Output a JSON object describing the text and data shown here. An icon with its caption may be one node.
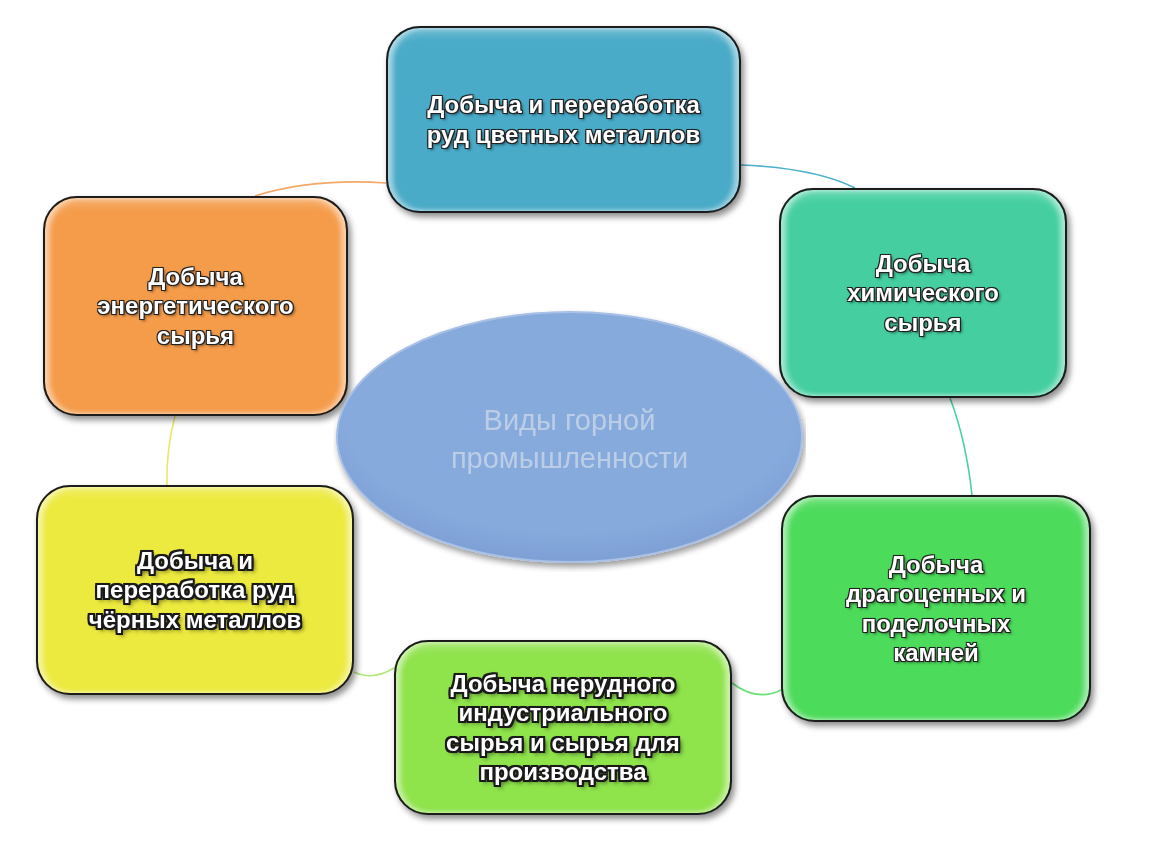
{
  "diagram": {
    "nodes": [
      {
        "text": [
          "Добыча и переработка руд цветных металлов"
        ]
      },
      {
        "text": [
          "Добыча химического сырья"
        ]
      },
      {
        "text": [
          "Добыча драгоценных и поделочных камней"
        ]
      },
      {
        "text": [
          "Добыча нерудного индустриального сырья и сырья для производства"
        ]
      },
      {
        "text": [
          "Добыча и переработка руд чёрных металлов"
        ]
      },
      {
        "text": [
          "Добыча энергетического сырья"
        ]
      },
      {
        "text": [
          "Виды горной промышленности"
        ]
      }
    ],
    "edges": [
      {
        "from": 0,
        "to": 1,
        "arrow": "none",
        "color": "#4bb0cc"
      },
      {
        "from": 1,
        "to": 2,
        "arrow": "none",
        "color": "#47d3a0"
      },
      {
        "from": 2,
        "to": 3,
        "arrow": "none",
        "color": "#6de07a"
      },
      {
        "from": 3,
        "to": 4,
        "arrow": "none",
        "color": "#b0e87a"
      },
      {
        "from": 4,
        "to": 5,
        "arrow": "none",
        "color": "#e8e866"
      },
      {
        "from": 5,
        "to": 0,
        "arrow": "none",
        "color": "#f3a86a"
      }
    ]
  }
}
